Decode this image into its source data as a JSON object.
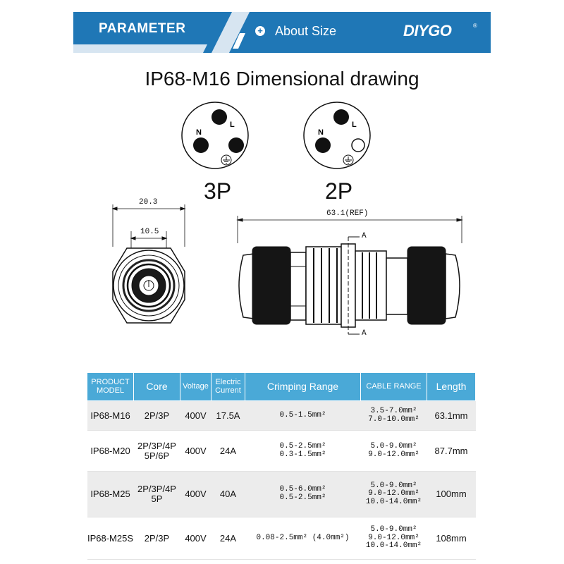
{
  "banner": {
    "parameter_label": "PARAMETER",
    "about_icon": "plus-circle-icon",
    "about_label": "About Size",
    "brand": "DIYGO",
    "brand_reg": "®",
    "colors": {
      "blue": "#1f77b6",
      "light": "#d7e5f1"
    }
  },
  "title": "IP68-M16 Dimensional drawing",
  "pin_diagrams": [
    {
      "label": "3P",
      "pins": [
        "N",
        "L"
      ],
      "earth": "filled"
    },
    {
      "label": "2P",
      "pins": [
        "N",
        "L"
      ],
      "earth": "empty"
    }
  ],
  "dimensions": {
    "outer_width": "20.3",
    "inner_width": "10.5",
    "length": "63.1(REF)",
    "section_top": "A",
    "section_bottom": "A"
  },
  "table": {
    "headers": [
      "PRODUCT MODEL",
      "Core",
      "Voltage",
      "Electric Current",
      "Crimping Range",
      "CABLE RANGE",
      "Length"
    ],
    "rows": [
      {
        "model": "IP68-M16",
        "core": [
          "2P/3P"
        ],
        "voltage": "400V",
        "current": "17.5A",
        "crimping": [
          "0.5-1.5mm²"
        ],
        "cable": [
          "3.5-7.0mm²",
          "7.0-10.0mm²"
        ],
        "length": "63.1mm"
      },
      {
        "model": "IP68-M20",
        "core": [
          "2P/3P/4P",
          "5P/6P"
        ],
        "voltage": "400V",
        "current": "24A",
        "crimping": [
          "0.5-2.5mm²",
          "0.3-1.5mm²"
        ],
        "cable": [
          "5.0-9.0mm²",
          "9.0-12.0mm²"
        ],
        "length": "87.7mm"
      },
      {
        "model": "IP68-M25",
        "core": [
          "2P/3P/4P",
          "5P"
        ],
        "voltage": "400V",
        "current": "40A",
        "crimping": [
          "0.5-6.0mm²",
          "0.5-2.5mm²"
        ],
        "cable": [
          "5.0-9.0mm²",
          "9.0-12.0mm²",
          "10.0-14.0mm²"
        ],
        "length": "100mm"
      },
      {
        "model": "IP68-M25S",
        "core": [
          "2P/3P"
        ],
        "voltage": "400V",
        "current": "24A",
        "crimping": [
          "0.08-2.5mm² (4.0mm²)"
        ],
        "cable": [
          "5.0-9.0mm²",
          "9.0-12.0mm²",
          "10.0-14.0mm²"
        ],
        "length": "108mm"
      }
    ]
  }
}
